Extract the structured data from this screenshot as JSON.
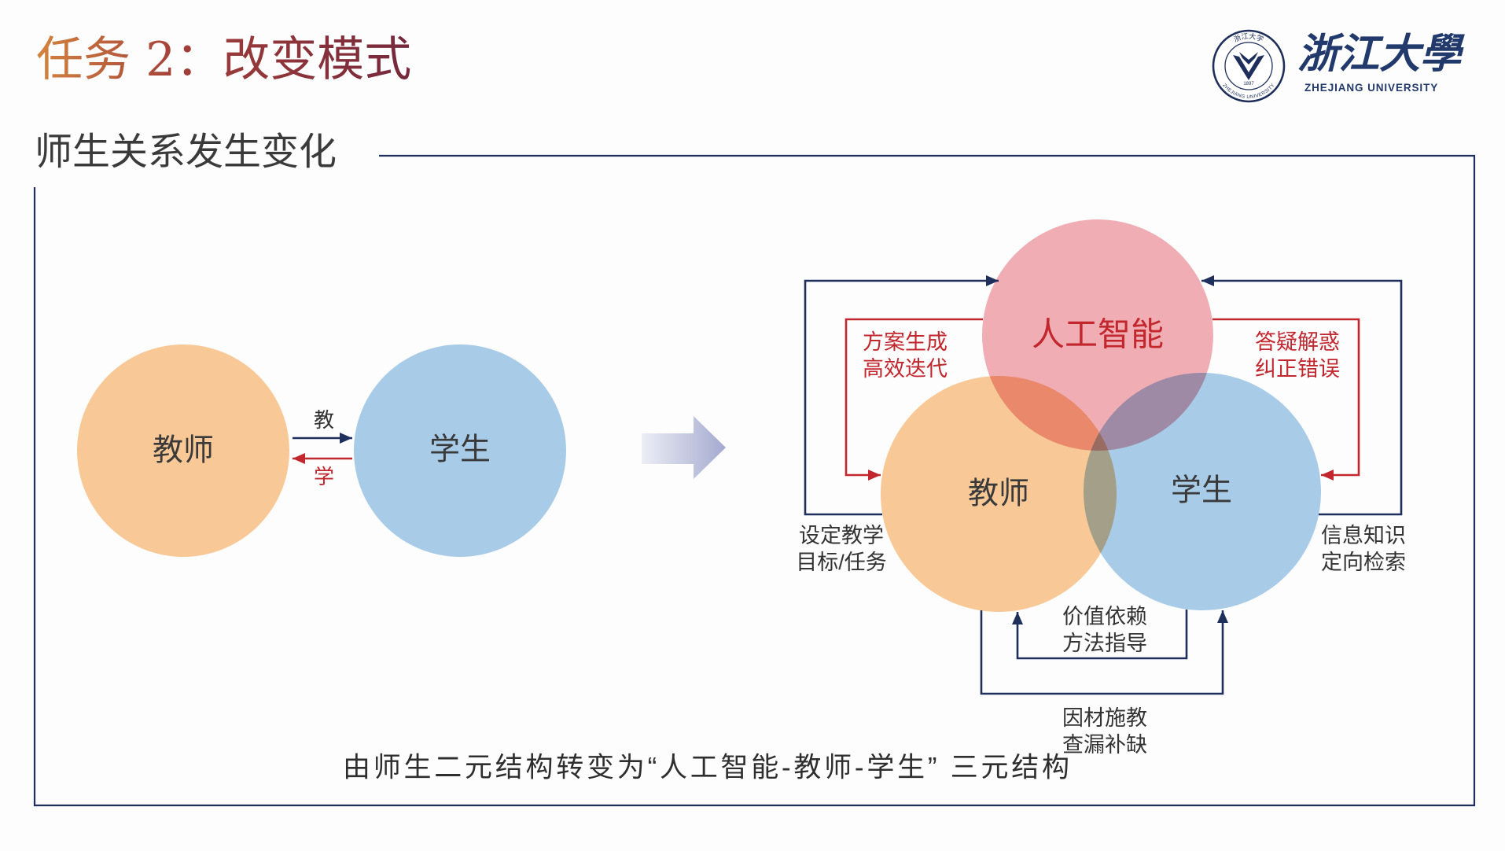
{
  "slide": {
    "title": "任务 2：改变模式",
    "subtitle": "师生关系发生变化",
    "caption": "由师生二元结构转变为“人工智能-教师-学生” 三元结构"
  },
  "logo": {
    "name_cn": "浙江大學",
    "name_en": "ZHEJIANG UNIVERSITY",
    "emblem_ring_top": "浙江大学",
    "emblem_ring_bottom": "ZHEJIANG UNIVERSITY",
    "emblem_year": "1897"
  },
  "two_party": {
    "teacher": "教师",
    "student": "学生",
    "teach_arrow_label": "教",
    "learn_arrow_label": "学"
  },
  "three_party": {
    "ai": "人工智能",
    "teacher": "教师",
    "student": "学生",
    "labels": {
      "ai_to_teacher": [
        "方案生成",
        "高效迭代"
      ],
      "ai_to_student": [
        "答疑解惑",
        "纠正错误"
      ],
      "teacher_to_ai": [
        "设定教学",
        "目标/任务"
      ],
      "student_to_ai": [
        "信息知识",
        "定向检索"
      ],
      "student_to_teacher": [
        "价值依赖",
        "方法指导"
      ],
      "teacher_to_student": [
        "因材施教",
        "查漏补缺"
      ]
    }
  },
  "colors": {
    "title_start": "#d4843f",
    "title_mid": "#a23f39",
    "title_end": "#75283c",
    "teacher": "#f8c896",
    "student": "#a8cbe8",
    "ai": "#f0aeb4",
    "navy": "#1e2f5c",
    "red": "#c1272d",
    "arrow_start": "#eceef5",
    "arrow_end": "#a4aad0",
    "logo": "#22396c"
  }
}
